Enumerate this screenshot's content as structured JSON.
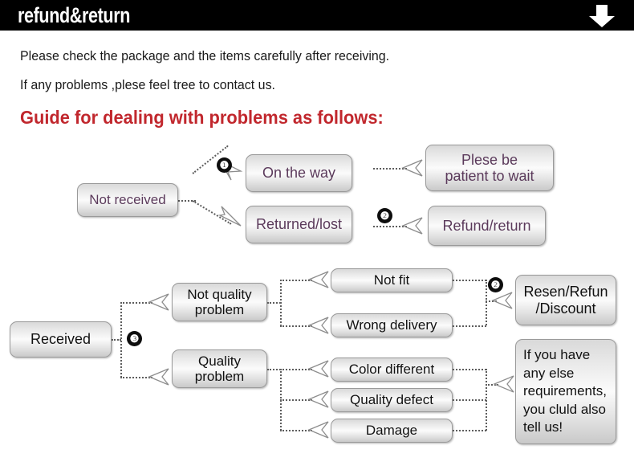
{
  "header": {
    "title": "refund&return",
    "arrow_icon": "down-arrow-icon"
  },
  "intro": {
    "line1": "Please check the package and the items carefully after receiving.",
    "line2": "If any problems ,plese feel tree to contact us.",
    "guide_title": "Guide for dealing with problems as follows:"
  },
  "colors": {
    "header_bg": "#000000",
    "header_text": "#ffffff",
    "guide_title": "#c1272d",
    "body_text": "#1a1a1a",
    "box_text_purple": "#5b3a5b",
    "box_text_black": "#111111",
    "box_border": "#9a9a9a",
    "badge_bg": "#0d0d0d",
    "connector": "#5d5d5d"
  },
  "diagram": {
    "section_not_received": {
      "source": "Not received",
      "branches": [
        {
          "label": "On the way",
          "result": "Plese be\npatient to wait",
          "marker": "❶"
        },
        {
          "label": "Returned/lost",
          "result": "Refund/return",
          "marker": "❷"
        }
      ]
    },
    "section_received": {
      "source": "Received",
      "marker": "❸",
      "categories": [
        {
          "label": "Not quality\nproblem",
          "items": [
            "Not fit",
            "Wrong delivery"
          ]
        },
        {
          "label": "Quality\nproblem",
          "items": [
            "Color different",
            "Quality defect",
            "Damage"
          ]
        }
      ],
      "results": [
        {
          "label": "Resen/Refun\n/Discount",
          "marker": "❷"
        },
        {
          "label": "If you have\nany else\nrequirements,\nyou cluld also\ntell us!",
          "marker": ""
        }
      ]
    },
    "boxes": {
      "not_received": "Not received",
      "on_the_way": "On the way",
      "returned_lost": "Returned/lost",
      "plese_be_patient_l1": "Plese be",
      "plese_be_patient_l2": "patient to wait",
      "refund_return": "Refund/return",
      "received": "Received",
      "not_quality_l1": "Not quality",
      "not_quality_l2": "problem",
      "quality_l1": "Quality",
      "quality_l2": "problem",
      "not_fit": "Not fit",
      "wrong_delivery": "Wrong delivery",
      "color_different": "Color different",
      "quality_defect": "Quality defect",
      "damage": "Damage",
      "resend_l1": "Resen/Refun",
      "resend_l2": "/Discount",
      "contact_l1": "If you have",
      "contact_l2": "any else",
      "contact_l3": "requirements,",
      "contact_l4": "you cluld also",
      "contact_l5": "tell us!"
    },
    "badges": {
      "one": "❶",
      "two": "❷",
      "three": "❸",
      "two_b": "❷"
    }
  }
}
